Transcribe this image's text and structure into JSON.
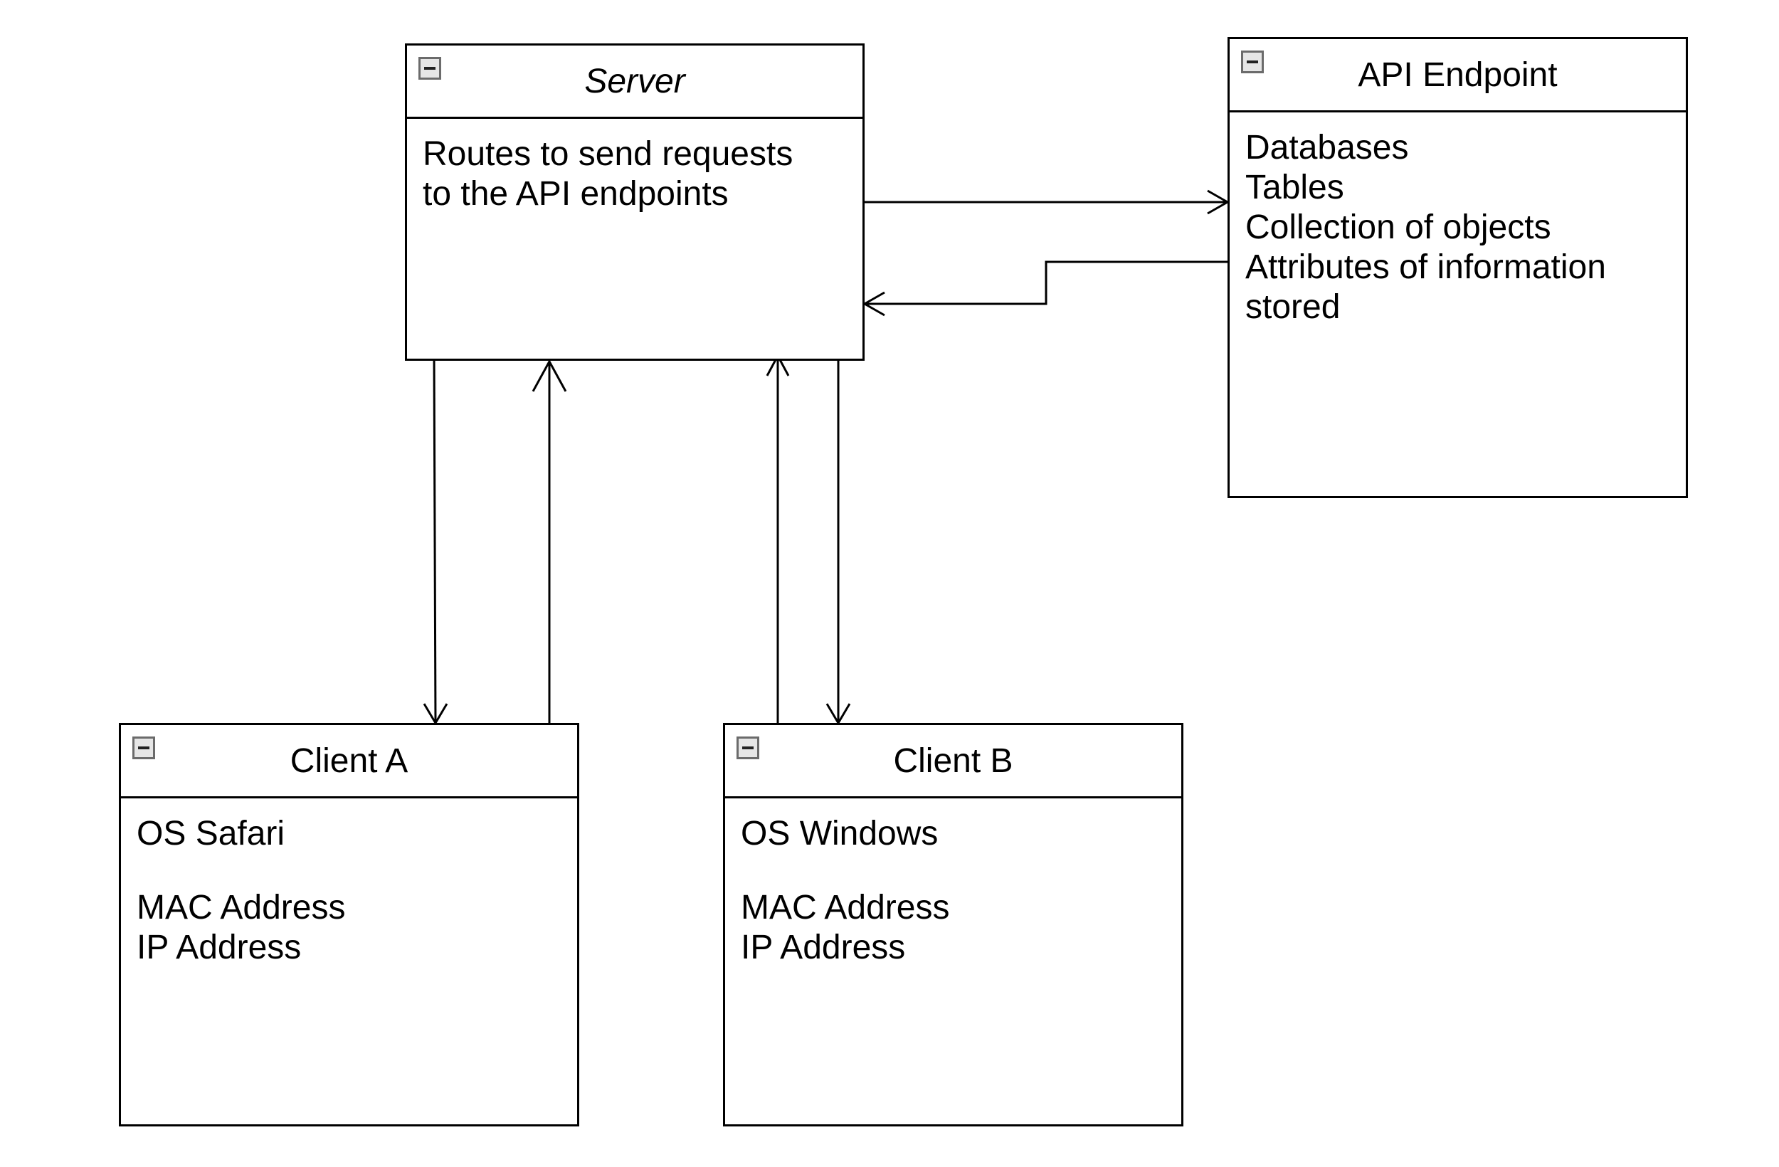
{
  "server": {
    "title": "Server",
    "lines": [
      "Routes to send requests",
      "to the API endpoints"
    ]
  },
  "api_endpoint": {
    "title": "API Endpoint",
    "lines": [
      "Databases",
      "Tables",
      "Collection of objects",
      "Attributes of information",
      "stored"
    ]
  },
  "client_a": {
    "title": "Client A",
    "os": "OS Safari",
    "mac": "MAC Address",
    "ip": "IP Address"
  },
  "client_b": {
    "title": "Client B",
    "os": "OS Windows",
    "mac": "MAC Address",
    "ip": "IP Address"
  },
  "icons": {
    "collapse": "minus-collapse-icon"
  },
  "colors": {
    "line": "#000000",
    "icon_border": "#6b6b6b",
    "icon_fill": "#e6e6e6"
  }
}
